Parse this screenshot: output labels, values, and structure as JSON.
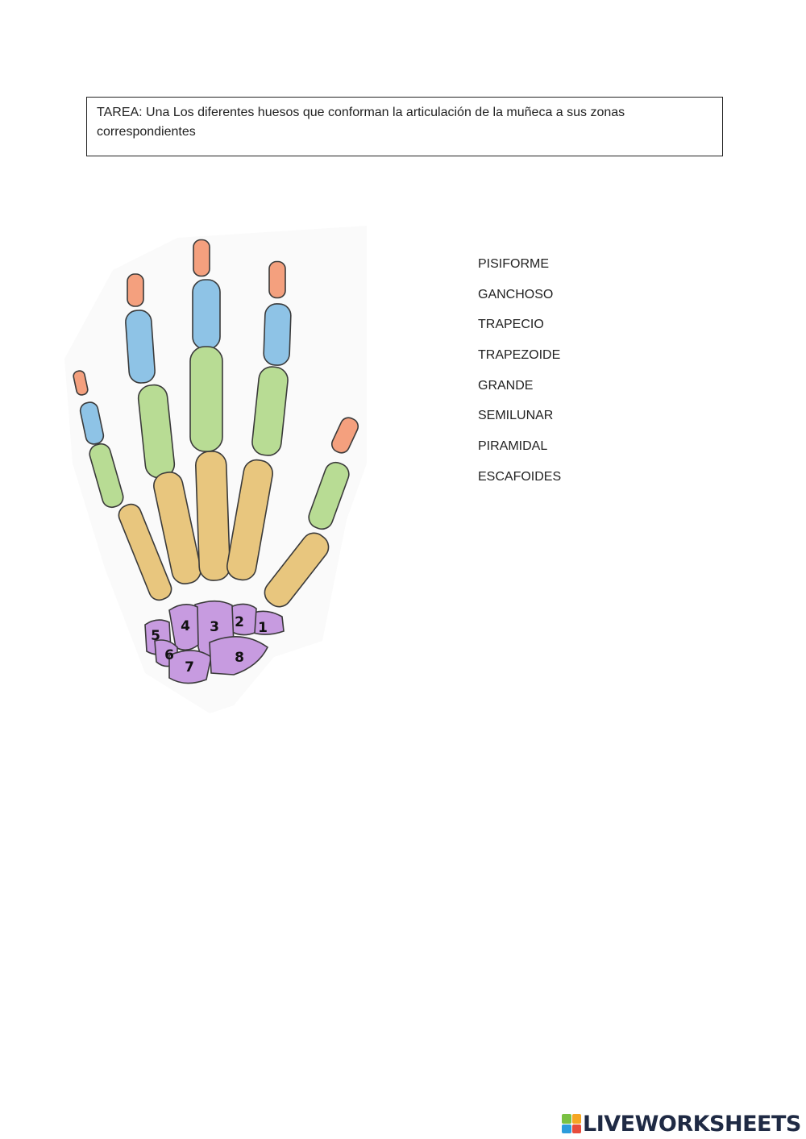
{
  "task": {
    "text": "TAREA: Una Los diferentes huesos que conforman la articulación de la muñeca a sus zonas correspondientes"
  },
  "diagram": {
    "labels": [
      "1",
      "2",
      "3",
      "4",
      "5",
      "6",
      "7",
      "8"
    ]
  },
  "word_bank": [
    "PISIFORME",
    "GANCHOSO",
    "TRAPECIO",
    "TRAPEZOIDE",
    "GRANDE",
    "SEMILUNAR",
    "PIRAMIDAL",
    "ESCAFOIDES"
  ],
  "footer": {
    "logo_text": "LIVEWORKSHEETS"
  },
  "colors": {
    "distal": "#f4a07e",
    "middle": "#8ec3e6",
    "proximal": "#b8dc94",
    "metacarpal": "#e8c67e",
    "carpal": "#c79be0",
    "outline": "#3a3a3a",
    "logo_green": "#7ac143",
    "logo_orange": "#f5a623",
    "logo_blue": "#2d9cdb",
    "logo_red": "#e74c3c"
  }
}
